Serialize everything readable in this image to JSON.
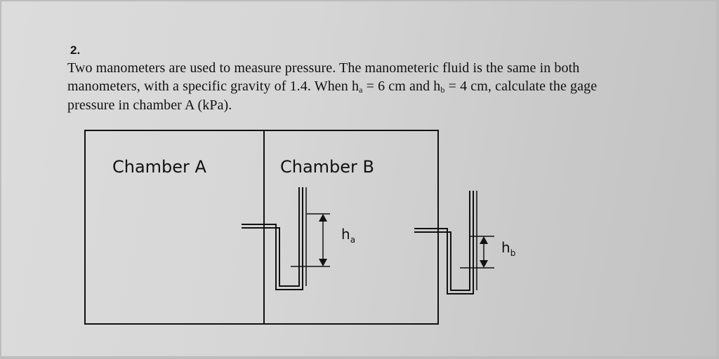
{
  "question": {
    "number": "2.",
    "line1": "Two manometers are used to measure pressure. The manometeric fluid is the same in both",
    "line2_a": "manometers, with a specific gravity of 1.4. When h",
    "line2_sub_a": "a",
    "line2_b": " = 6 cm and h",
    "line2_sub_b": "b",
    "line2_c": " = 4 cm, calculate the gage",
    "line3": "pressure in chamber A (kPa)."
  },
  "figure": {
    "chamber_a_label": "Chamber A",
    "chamber_b_label": "Chamber B",
    "ha_label": "h",
    "ha_sub": "a",
    "hb_label": "h",
    "hb_sub": "b"
  }
}
